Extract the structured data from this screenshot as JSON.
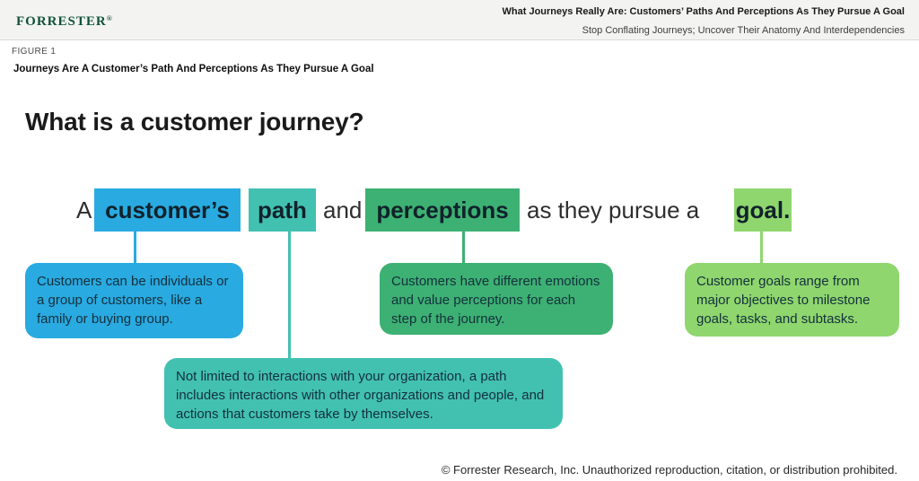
{
  "header": {
    "brand": "Forrester",
    "brand_registered": "®",
    "report_title": "What Journeys Really Are: Customers’ Paths And Perceptions As They Pursue A Goal",
    "report_subtitle": "Stop Conflating Journeys; Uncover Their Anatomy And Interdependencies"
  },
  "figure": {
    "label": "FIGURE 1",
    "title": "Journeys Are A Customer’s Path And Perceptions As They Pursue A Goal"
  },
  "main": {
    "heading": "What is a customer journey?",
    "sentence": {
      "prefix": "A",
      "term_customers": "customer’s",
      "term_path": "path",
      "mid1": "and",
      "term_perceptions": "perceptions",
      "mid2": "as they pursue a",
      "term_goal": "goal."
    },
    "callouts": {
      "customers": {
        "text": "Customers can be individuals or a group of customers, like a family or buying group.",
        "color": "#29aae1"
      },
      "path": {
        "text": "Not limited to interactions with your organization, a path includes interactions with other organizations and people, and actions that customers take by themselves.",
        "color": "#42c1b1"
      },
      "perceptions": {
        "text": "Customers have different emotions and value perceptions for each step of the journey.",
        "color": "#3db173"
      },
      "goal": {
        "text": "Customer goals range from major objectives to milestone goals, tasks, and subtasks.",
        "color": "#8fd66e"
      }
    }
  },
  "colors": {
    "blue": "#29aae1",
    "teal": "#42c1b1",
    "green": "#3db173",
    "light_green": "#8fd66e",
    "brand_green": "#0f5339"
  },
  "footer": {
    "copyright": "© Forrester Research, Inc. Unauthorized reproduction, citation, or distribution prohibited."
  }
}
